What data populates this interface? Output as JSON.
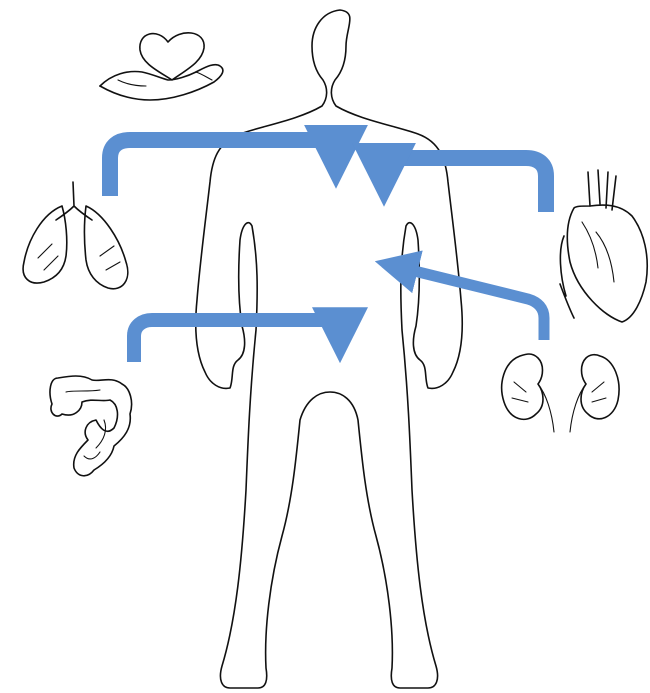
{
  "colors": {
    "background": "#ffffff",
    "outline": "#111111",
    "arrow": "#5b8fd1"
  },
  "icons": {
    "central": "human-body-silhouette-icon",
    "top": "heart-in-hand-icon",
    "left_upper": "lungs-icon",
    "left_lower": "intestines-icon",
    "right_upper": "heart-icon",
    "right_lower": "kidneys-icon"
  },
  "arrows": [
    {
      "from": "lungs",
      "to": "body",
      "direction": "right-down"
    },
    {
      "from": "heart",
      "to": "body",
      "direction": "left-down"
    },
    {
      "from": "kidneys",
      "to": "body",
      "direction": "up-left"
    },
    {
      "from": "intestines",
      "to": "body",
      "direction": "right-down"
    }
  ]
}
